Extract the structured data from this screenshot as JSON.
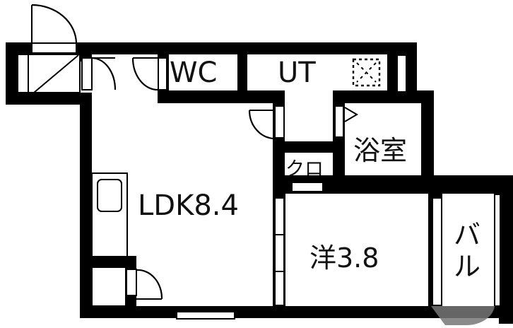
{
  "floor_plan": {
    "rooms": [
      {
        "id": "ldk",
        "label": "LDK8.4",
        "type": "living-dining-kitchen",
        "size_jo": 8.4
      },
      {
        "id": "western",
        "label": "洋3.8",
        "type": "western-bedroom",
        "size_jo": 3.8
      },
      {
        "id": "wc",
        "label": "WC",
        "type": "toilet"
      },
      {
        "id": "ut",
        "label": "UT",
        "type": "utility"
      },
      {
        "id": "bath",
        "label": "浴室",
        "type": "bathroom"
      },
      {
        "id": "closet",
        "label": "クロ",
        "type": "closet"
      },
      {
        "id": "balcony",
        "label": "バル",
        "type": "balcony"
      }
    ],
    "colors": {
      "wall": "#000000",
      "background": "#ffffff",
      "watermark": "#777777"
    },
    "symbols": {
      "entrance_door": "door-swing-icon",
      "washer_space": "washer-icon",
      "kitchen_sink": "sink-icon",
      "bath_arrow": "triangle-marker-icon"
    }
  }
}
